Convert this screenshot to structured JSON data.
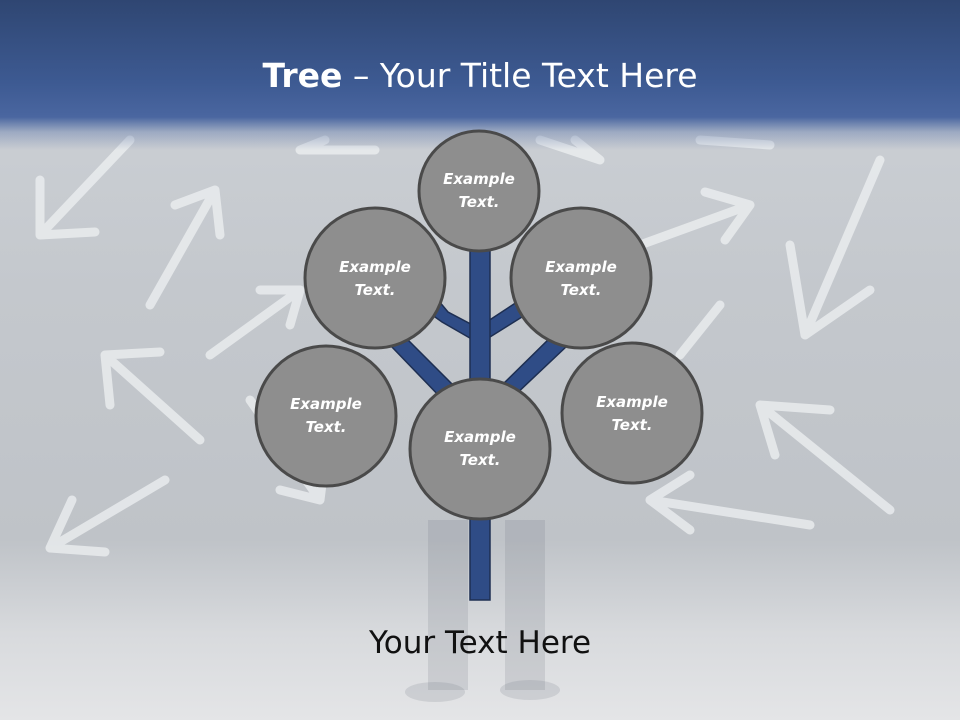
{
  "title": {
    "bold": "Tree",
    "rest": " – Your Title Text Here"
  },
  "nodes": [
    {
      "id": "top",
      "line1": "Example",
      "line2": "Text."
    },
    {
      "id": "upper-left",
      "line1": "Example",
      "line2": "Text."
    },
    {
      "id": "upper-right",
      "line1": "Example",
      "line2": "Text."
    },
    {
      "id": "lower-left",
      "line1": "Example",
      "line2": "Text."
    },
    {
      "id": "center",
      "line1": "Example",
      "line2": "Text."
    },
    {
      "id": "lower-right",
      "line1": "Example",
      "line2": "Text."
    }
  ],
  "caption": "Your Text Here",
  "colors": {
    "header": "#3d5a92",
    "trunk": "#2f4c86",
    "node_fill": "#8e8e8e",
    "node_border": "#4a4a4a"
  }
}
